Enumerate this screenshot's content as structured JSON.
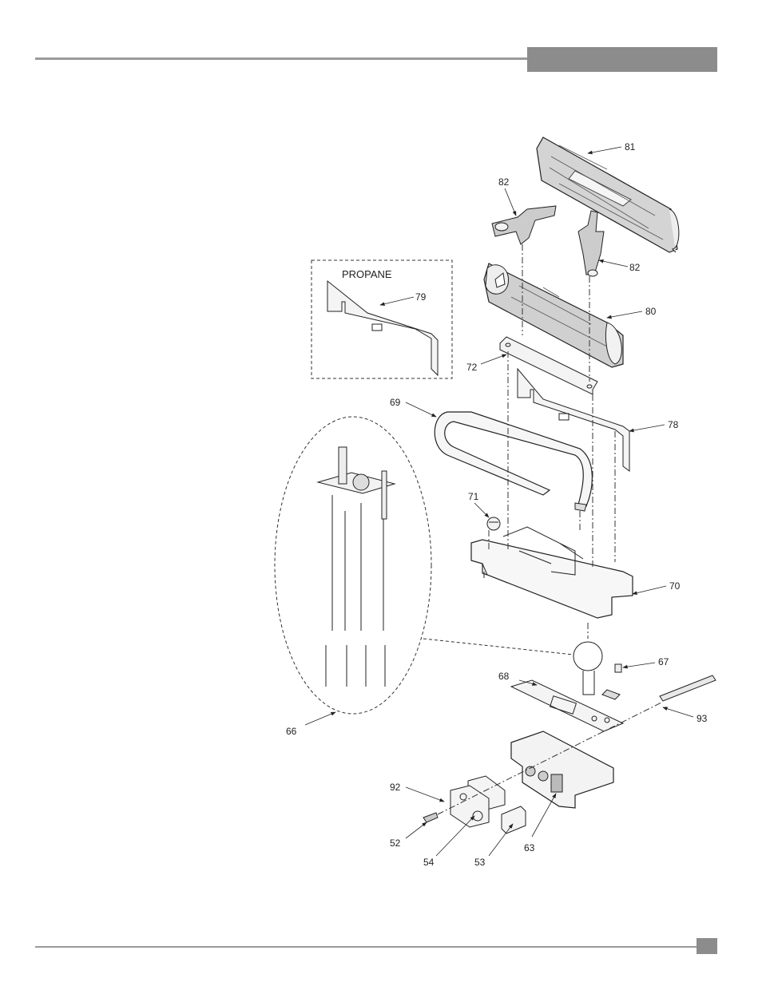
{
  "inset_title": "PROPANE",
  "callouts": {
    "c81": "81",
    "c82a": "82",
    "c82b": "82",
    "c80": "80",
    "c79": "79",
    "c72": "72",
    "c69": "69",
    "c78": "78",
    "c71": "71",
    "c70": "70",
    "c67": "67",
    "c68": "68",
    "c93": "93",
    "c66": "66",
    "c92": "92",
    "c52": "52",
    "c54": "54",
    "c53": "53",
    "c63": "63"
  },
  "colors": {
    "rule": "#9a9a9a",
    "tab": "#8c8c8c",
    "line": "#222222",
    "log_fill": "#d4d4d4"
  }
}
